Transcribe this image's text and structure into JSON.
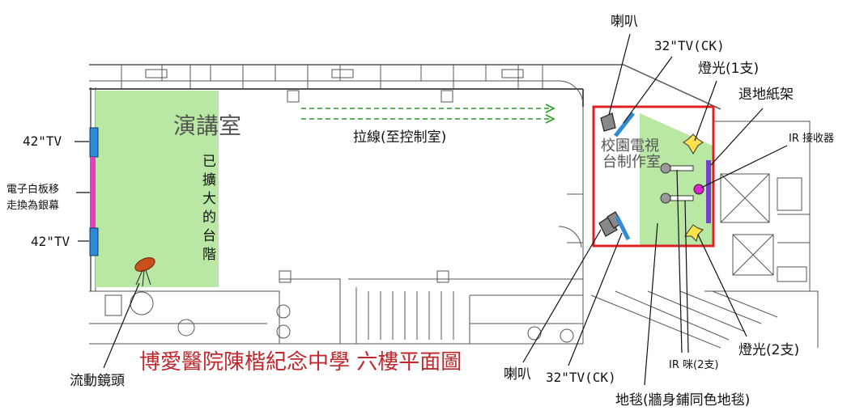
{
  "title": "博愛醫院陳楷紀念中學 六樓平面圖",
  "rooms": {
    "lecture_hall": "演講室",
    "tv_studio_line1": "校園電視",
    "tv_studio_line2": "台制作室"
  },
  "labels": {
    "speaker_top": "喇叭",
    "tv_ck_top": "32\"TV(CK)",
    "light_one": "燈光(1支)",
    "backdrop_rack": "退地紙架",
    "ir_receiver": "IR 接收器",
    "tv_42_top": "42\"TV",
    "tv_42_bottom": "42\"TV",
    "whiteboard_line1": "電子白板移",
    "whiteboard_line2": "走換為銀幕",
    "cable": "拉線(至控制室)",
    "stage_chars": [
      "已",
      "擴",
      "大",
      "的",
      "台",
      "階"
    ],
    "mobile_camera": "流動鏡頭",
    "speaker_bottom": "喇叭",
    "tv_ck_bottom": "32\"TV(CK)",
    "ir_mic": "IR 咪(2支)",
    "light_two": "燈光(2支)",
    "carpet": "地毯(牆身鋪同色地毯)"
  },
  "colors": {
    "room_fill": "#b9e8a4",
    "studio_border": "#e02020",
    "tv_blue": "#2f8ad8",
    "whiteboard": "#e040c0",
    "rack_purple": "#7a3fd0",
    "light_yellow": "#ffe14a",
    "ir_magenta": "#e020d0",
    "camera": "#c8501a",
    "title_red": "#c0282c",
    "cable_green": "#2a9a2a"
  }
}
